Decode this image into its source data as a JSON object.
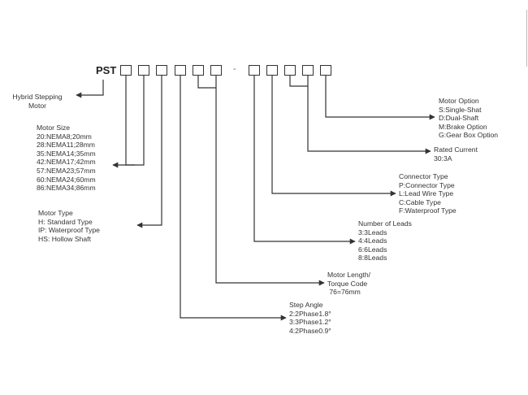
{
  "prefix": "PST",
  "separator": "-",
  "labels": {
    "hybrid": [
      "Hybrid Stepping",
      "Motor"
    ],
    "motor_size": [
      "Motor Size",
      "20:NEMA8;20mm",
      "28:NEMA11;28mm",
      "35:NEMA14;35mm",
      "42:NEMA17;42mm",
      "57:NEMA23;57mm",
      "60:NEMA24;60mm",
      "86:NEMA34;86mm"
    ],
    "motor_type": [
      "Motor Type",
      "H: Standard Type",
      "IP: Waterproof Type",
      "HS: Hollow Shaft"
    ],
    "step_angle": [
      "Step Angle",
      "2:2Phase1.8°",
      "3:3Phase1.2°",
      "4:2Phase0.9°"
    ],
    "motor_length": [
      "Motor Length/",
      "Torque Code",
      " 76=76mm"
    ],
    "number_of_leads": [
      "Number of Leads",
      "3:3Leads",
      "4:4Leads",
      "6:6Leads",
      "8:8Leads"
    ],
    "connector_type": [
      "Connector Type",
      "P:Connector Type",
      "L:Lead Wire Type",
      "C:Cable Type",
      "F:Waterproof Type"
    ],
    "rated_current": [
      "Rated Current",
      "30:3A"
    ],
    "motor_option": [
      "Motor Option",
      "S:Single-Shat",
      "D:Dual-Shaft",
      "M:Brake Option",
      "G:Gear Box Option"
    ]
  },
  "colors": {
    "line": "#333333",
    "text": "#333333"
  }
}
